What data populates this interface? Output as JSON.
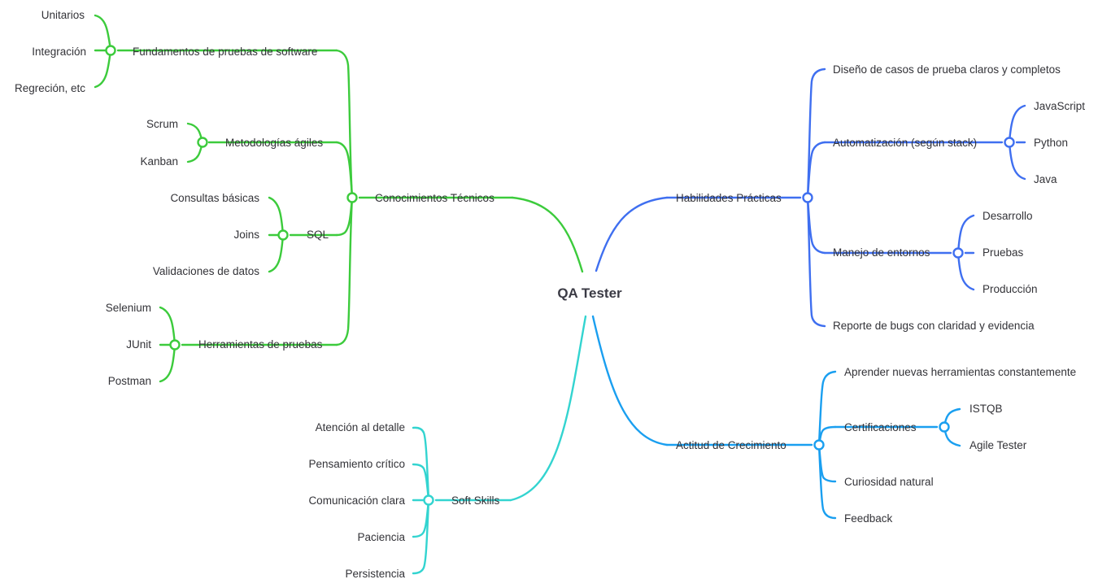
{
  "root": "QA Tester",
  "colors": {
    "green": "#3ccb3c",
    "blue": "#3f6ff0",
    "cyan": "#33d4d0",
    "sky": "#1a9ff0"
  },
  "branches": {
    "tech": {
      "label": "Conocimientos Técnicos",
      "fundamentos": {
        "label": "Fundamentos de pruebas de software",
        "items": [
          "Unitarios",
          "Integración",
          "Regreción, etc"
        ]
      },
      "agiles": {
        "label": "Metodologías ágiles",
        "items": [
          "Scrum",
          "Kanban"
        ]
      },
      "sql": {
        "label": "SQL",
        "items": [
          "Consultas básicas",
          "Joins",
          "Validaciones de datos"
        ]
      },
      "herramientas": {
        "label": "Herramientas de pruebas",
        "items": [
          "Selenium",
          "JUnit",
          "Postman"
        ]
      }
    },
    "practicas": {
      "label": "Habilidades Prácticas",
      "diseno": "Diseño de casos de prueba claros y completos",
      "automatizacion": {
        "label": "Automatización (según stack)",
        "items": [
          "JavaScript",
          "Python",
          "Java"
        ]
      },
      "entornos": {
        "label": "Manejo de entornos",
        "items": [
          "Desarrollo",
          "Pruebas",
          "Producción"
        ]
      },
      "reporte": "Reporte de bugs con claridad y evidencia"
    },
    "soft": {
      "label": "Soft Skills",
      "items": [
        "Atención al detalle",
        "Pensamiento crítico",
        "Comunicación clara",
        "Paciencia",
        "Persistencia"
      ]
    },
    "actitud": {
      "label": "Actitud de Crecimiento",
      "aprender": "Aprender nuevas herramientas constantemente",
      "certificaciones": {
        "label": "Certificaciones",
        "items": [
          "ISTQB",
          "Agile Tester"
        ]
      },
      "curiosidad": "Curiosidad natural",
      "feedback": "Feedback"
    }
  }
}
